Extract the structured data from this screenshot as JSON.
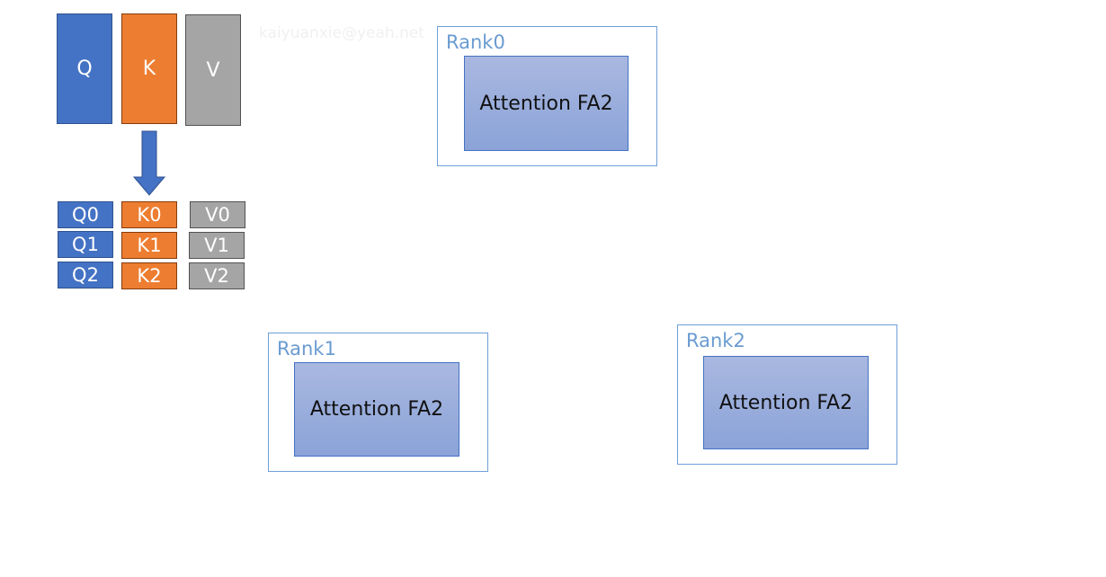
{
  "watermark": "kaiyuanxie@yeah.net",
  "tensors": {
    "q": "Q",
    "k": "K",
    "v": "V"
  },
  "chunks": {
    "q": [
      "Q0",
      "Q1",
      "Q2"
    ],
    "k": [
      "K0",
      "K1",
      "K2"
    ],
    "v": [
      "V0",
      "V1",
      "V2"
    ]
  },
  "ranks": [
    {
      "label": "Rank0",
      "block": "Attention FA2"
    },
    {
      "label": "Rank1",
      "block": "Attention FA2"
    },
    {
      "label": "Rank2",
      "block": "Attention FA2"
    }
  ],
  "colors": {
    "q": "#4472c4",
    "k": "#ed7d31",
    "v": "#a5a5a5",
    "rank_border": "#6f9fd8",
    "attention_fill": "#97acdc"
  }
}
